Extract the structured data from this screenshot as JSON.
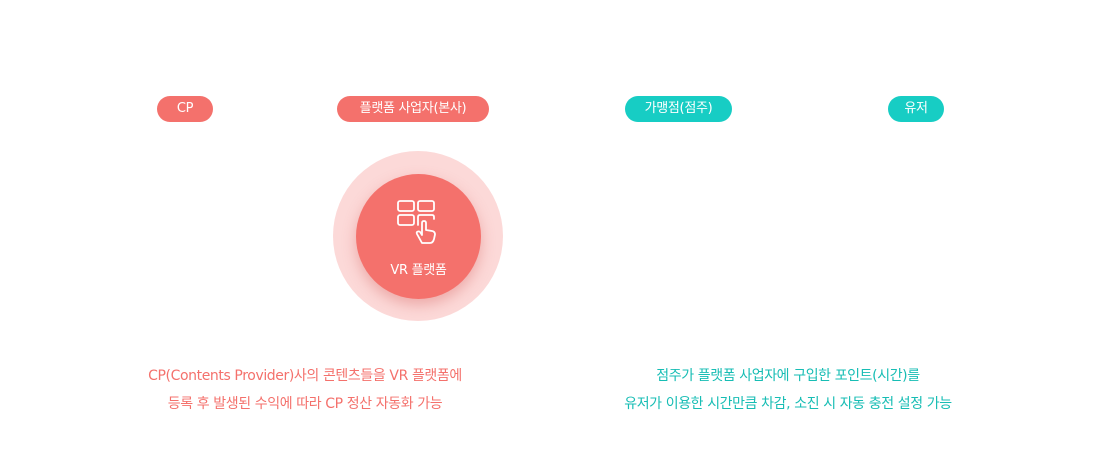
{
  "roles": {
    "cp": "CP",
    "platform_company": "플랫폼 사업자(본사)",
    "franchise": "가맹점(점주)",
    "user": "유저"
  },
  "platform": {
    "label": "VR 플랫폼",
    "icon": "touch-grid-icon"
  },
  "descriptions": {
    "cp": {
      "line1": "CP(Contents Provider)사의 콘텐츠들을 VR 플랫폼에",
      "line2": "등록 후 발생된 수익에 따라 CP 정산 자동화 가능"
    },
    "franchise": {
      "line1": "점주가 플랫폼 사업자에 구입한 포인트(시간)를",
      "line2": "유저가 이용한 시간만큼 차감, 소진 시 자동 충전 설정 가능"
    }
  },
  "colors": {
    "coral": "#f4716c",
    "coral_light": "#fcd9d8",
    "teal": "#17cdc4"
  }
}
